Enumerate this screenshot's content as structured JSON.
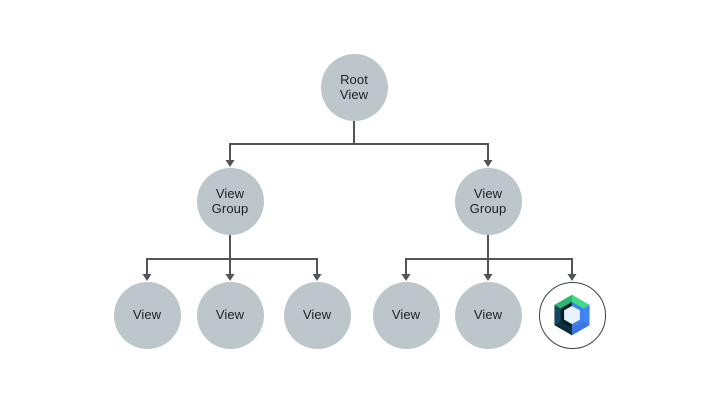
{
  "diagram": {
    "nodes": [
      {
        "id": "root-view",
        "lines": [
          "Root",
          "View"
        ]
      },
      {
        "id": "view-group-left",
        "lines": [
          "View",
          "Group"
        ]
      },
      {
        "id": "view-group-right",
        "lines": [
          "View",
          "Group"
        ]
      },
      {
        "id": "view-left-1",
        "lines": [
          "View"
        ]
      },
      {
        "id": "view-left-2",
        "lines": [
          "View"
        ]
      },
      {
        "id": "view-left-3",
        "lines": [
          "View"
        ]
      },
      {
        "id": "view-right-1",
        "lines": [
          "View"
        ]
      },
      {
        "id": "view-right-2",
        "lines": [
          "View"
        ]
      },
      {
        "id": "compose-node",
        "lines": [],
        "icon": "jetpack-compose-logo"
      }
    ],
    "colors": {
      "background": "#ffffff",
      "node_fill": "#bdc6cb",
      "node_text": "#1e2124",
      "connector": "#515559",
      "logo_ring": "#3c4347",
      "logo_green_dark": "#2bb673",
      "logo_green_light": "#3edc84",
      "logo_blue": "#4285f4",
      "logo_blue_deep": "#3b76e0",
      "logo_navy": "#15475e",
      "logo_navy_dark": "#0b2f3d",
      "logo_inner_dark": "#051e29",
      "logo_inner_blue": "#3e7ff2",
      "logo_center": "#e7f3fa"
    }
  }
}
